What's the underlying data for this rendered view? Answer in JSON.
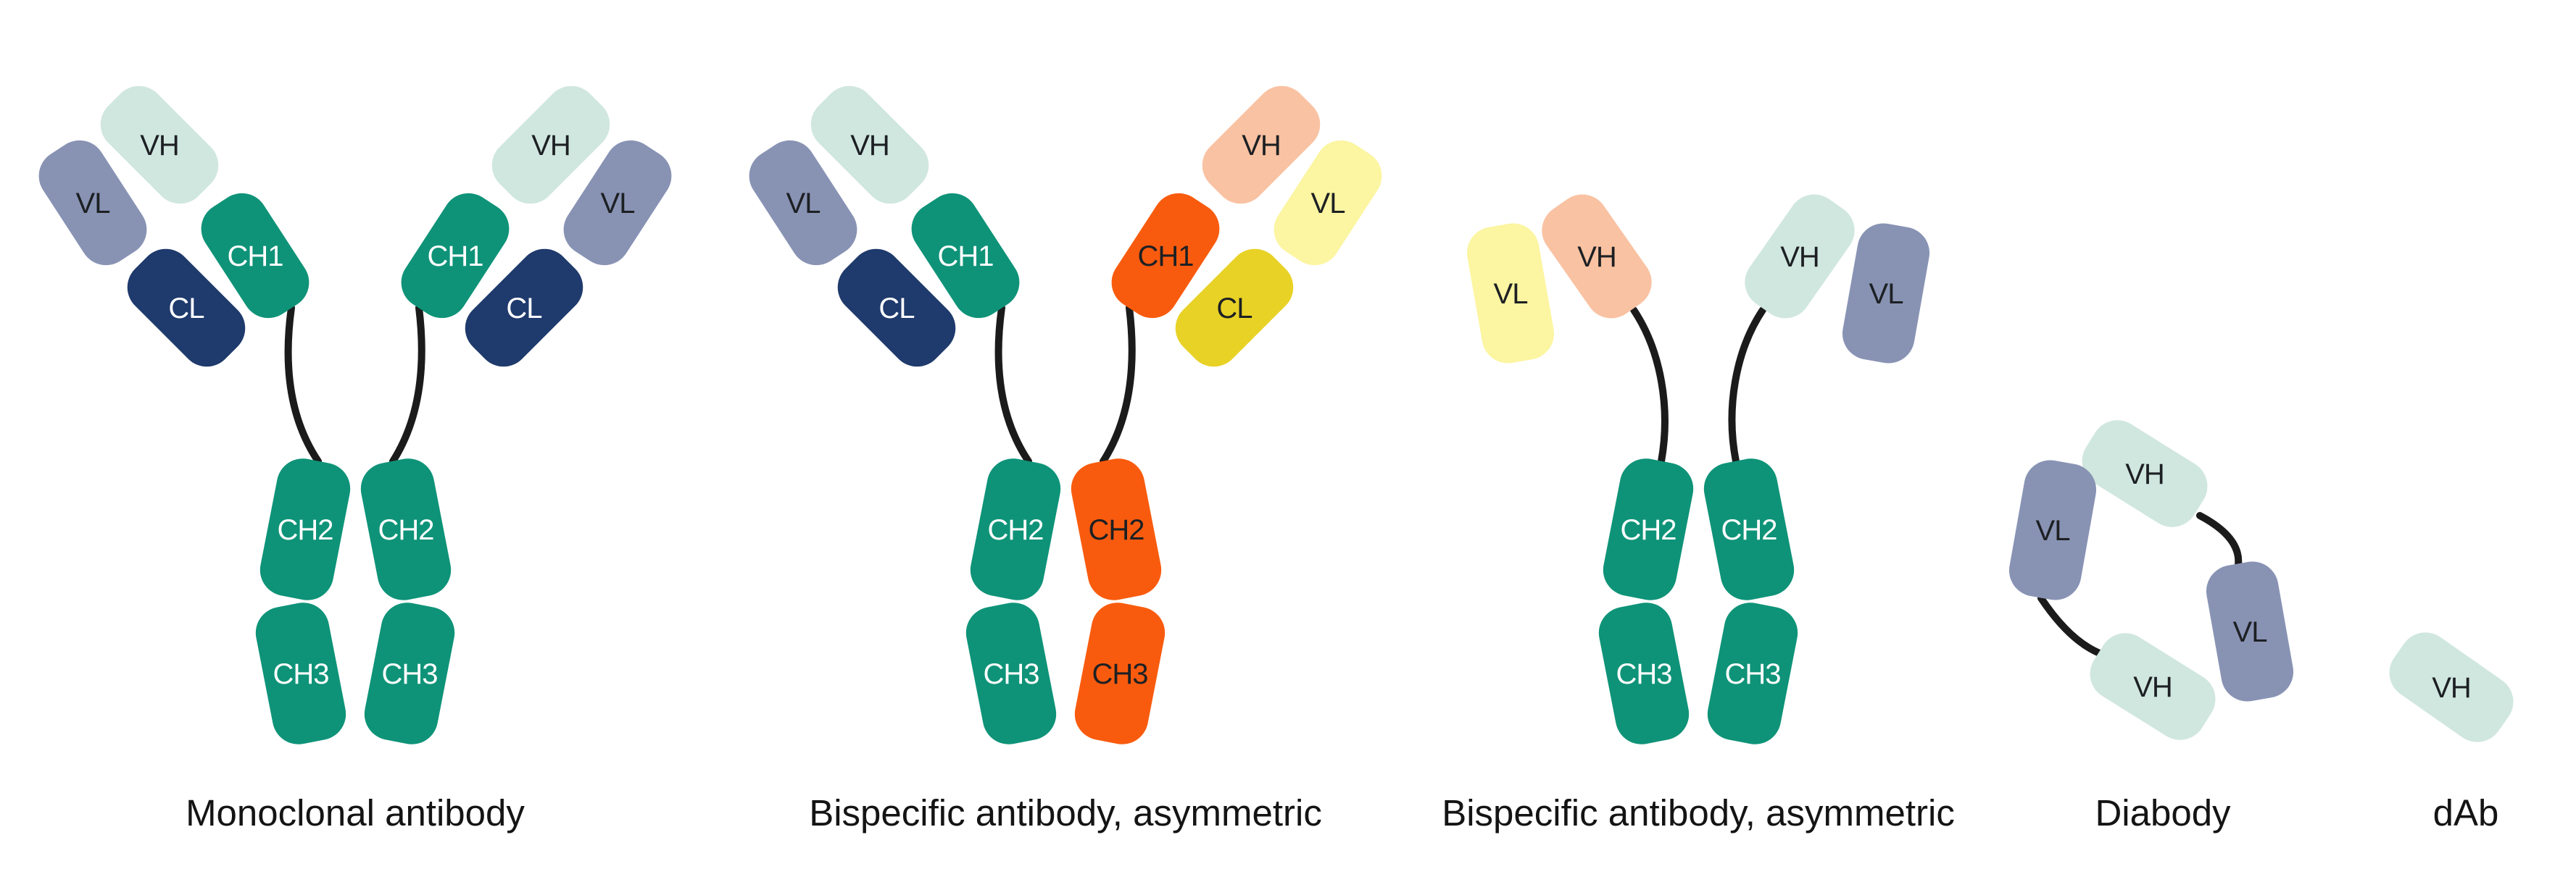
{
  "palette": {
    "mint": "#d0e7e0",
    "slate": "#8893b4",
    "teal": "#0e9378",
    "navy": "#1f3a6c",
    "salmon": "#f9c2a2",
    "light_yellow": "#fcf5a1",
    "orange": "#f95b0e",
    "gold": "#e8d226",
    "connector": "#1b1b1b",
    "caption_text": "#141414",
    "domain_text_light": "#ffffff",
    "domain_text_dark": "#1d2023",
    "background": "#ffffff"
  },
  "figures": [
    {
      "id": "monoclonal",
      "caption": "Monoclonal antibody",
      "domains": [
        {
          "label": "VH",
          "fill": "mint",
          "text": "dark"
        },
        {
          "label": "VL",
          "fill": "slate",
          "text": "dark"
        },
        {
          "label": "CL",
          "fill": "navy",
          "text": "light"
        },
        {
          "label": "CH1",
          "fill": "teal",
          "text": "light"
        },
        {
          "label": "VH",
          "fill": "mint",
          "text": "dark"
        },
        {
          "label": "VL",
          "fill": "slate",
          "text": "dark"
        },
        {
          "label": "CL",
          "fill": "navy",
          "text": "light"
        },
        {
          "label": "CH1",
          "fill": "teal",
          "text": "light"
        },
        {
          "label": "CH2",
          "fill": "teal",
          "text": "light"
        },
        {
          "label": "CH2",
          "fill": "teal",
          "text": "light"
        },
        {
          "label": "CH3",
          "fill": "teal",
          "text": "light"
        },
        {
          "label": "CH3",
          "fill": "teal",
          "text": "light"
        }
      ]
    },
    {
      "id": "bispecific-1",
      "caption": "Bispecific antibody, asymmetric",
      "domains": [
        {
          "label": "VH",
          "fill": "mint",
          "text": "dark"
        },
        {
          "label": "VL",
          "fill": "slate",
          "text": "dark"
        },
        {
          "label": "CL",
          "fill": "navy",
          "text": "light"
        },
        {
          "label": "CH1",
          "fill": "teal",
          "text": "light"
        },
        {
          "label": "VH",
          "fill": "salmon",
          "text": "dark"
        },
        {
          "label": "VL",
          "fill": "light_yellow",
          "text": "dark"
        },
        {
          "label": "CL",
          "fill": "gold",
          "text": "dark"
        },
        {
          "label": "CH1",
          "fill": "orange",
          "text": "dark"
        },
        {
          "label": "CH2",
          "fill": "teal",
          "text": "light"
        },
        {
          "label": "CH2",
          "fill": "orange",
          "text": "dark"
        },
        {
          "label": "CH3",
          "fill": "teal",
          "text": "light"
        },
        {
          "label": "CH3",
          "fill": "orange",
          "text": "dark"
        }
      ]
    },
    {
      "id": "bispecific-2",
      "caption": "Bispecific antibody, asymmetric",
      "domains": [
        {
          "label": "VL",
          "fill": "light_yellow",
          "text": "dark"
        },
        {
          "label": "VH",
          "fill": "salmon",
          "text": "dark"
        },
        {
          "label": "VH",
          "fill": "mint",
          "text": "dark"
        },
        {
          "label": "VL",
          "fill": "slate",
          "text": "dark"
        },
        {
          "label": "CH2",
          "fill": "teal",
          "text": "light"
        },
        {
          "label": "CH2",
          "fill": "teal",
          "text": "light"
        },
        {
          "label": "CH3",
          "fill": "teal",
          "text": "light"
        },
        {
          "label": "CH3",
          "fill": "teal",
          "text": "light"
        }
      ]
    },
    {
      "id": "diabody",
      "caption": "Diabody",
      "domains": [
        {
          "label": "VH",
          "fill": "mint",
          "text": "dark"
        },
        {
          "label": "VL",
          "fill": "slate",
          "text": "dark"
        },
        {
          "label": "VH",
          "fill": "mint",
          "text": "dark"
        },
        {
          "label": "VL",
          "fill": "slate",
          "text": "dark"
        }
      ]
    },
    {
      "id": "dab",
      "caption": "dAb",
      "domains": [
        {
          "label": "VH",
          "fill": "mint",
          "text": "dark"
        }
      ]
    }
  ]
}
